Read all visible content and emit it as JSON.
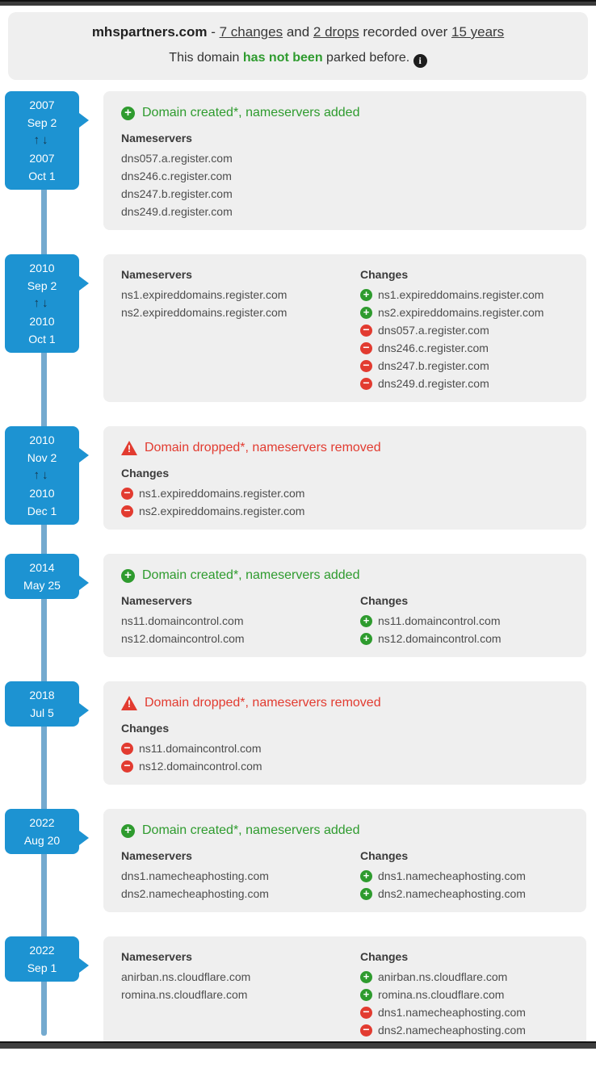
{
  "header": {
    "domain": "mhspartners.com",
    "separator": "-",
    "changes_link": "7 changes",
    "and_text": "and",
    "drops_link": "2 drops",
    "recorded_text": "recorded over",
    "years_link": "15 years",
    "parked_prefix": "This domain",
    "parked_highlight": "has not been",
    "parked_suffix": "parked before.",
    "info_icon": "info-circle-icon"
  },
  "colors": {
    "accent_blue": "#1d93d2",
    "timeline_line": "#74aacf",
    "green": "#2e9b2e",
    "red": "#e23b30",
    "card_bg": "#efefef",
    "bar_dark": "#3b3b3b"
  },
  "icons": {
    "add": "plus-circle-icon",
    "remove": "minus-circle-icon",
    "created": "plus-circle-icon",
    "dropped": "warning-triangle-icon",
    "range": "up-down-arrows-icon"
  },
  "events": [
    {
      "badge": {
        "from": [
          "2007",
          "Sep 2"
        ],
        "range_arrows": "↑↓",
        "to": [
          "2007",
          "Oct 1"
        ]
      },
      "heading": {
        "type": "created",
        "text": "Domain created*, nameservers added"
      },
      "nameservers": {
        "label": "Nameservers",
        "items": [
          "dns057.a.register.com",
          "dns246.c.register.com",
          "dns247.b.register.com",
          "dns249.d.register.com"
        ]
      },
      "changes": null
    },
    {
      "badge": {
        "from": [
          "2010",
          "Sep 2"
        ],
        "range_arrows": "↑↓",
        "to": [
          "2010",
          "Oct 1"
        ]
      },
      "heading": null,
      "nameservers": {
        "label": "Nameservers",
        "items": [
          "ns1.expireddomains.register.com",
          "ns2.expireddomains.register.com"
        ]
      },
      "changes": {
        "label": "Changes",
        "items": [
          {
            "op": "add",
            "host": "ns1.expireddomains.register.com"
          },
          {
            "op": "add",
            "host": "ns2.expireddomains.register.com"
          },
          {
            "op": "remove",
            "host": "dns057.a.register.com"
          },
          {
            "op": "remove",
            "host": "dns246.c.register.com"
          },
          {
            "op": "remove",
            "host": "dns247.b.register.com"
          },
          {
            "op": "remove",
            "host": "dns249.d.register.com"
          }
        ]
      }
    },
    {
      "badge": {
        "from": [
          "2010",
          "Nov 2"
        ],
        "range_arrows": "↑↓",
        "to": [
          "2010",
          "Dec 1"
        ]
      },
      "heading": {
        "type": "dropped",
        "text": "Domain dropped*, nameservers removed"
      },
      "nameservers": null,
      "changes": {
        "label": "Changes",
        "items": [
          {
            "op": "remove",
            "host": "ns1.expireddomains.register.com"
          },
          {
            "op": "remove",
            "host": "ns2.expireddomains.register.com"
          }
        ]
      }
    },
    {
      "badge": {
        "from": [
          "2014",
          "May 25"
        ],
        "range_arrows": null,
        "to": null
      },
      "heading": {
        "type": "created",
        "text": "Domain created*, nameservers added"
      },
      "nameservers": {
        "label": "Nameservers",
        "items": [
          "ns11.domaincontrol.com",
          "ns12.domaincontrol.com"
        ]
      },
      "changes": {
        "label": "Changes",
        "items": [
          {
            "op": "add",
            "host": "ns11.domaincontrol.com"
          },
          {
            "op": "add",
            "host": "ns12.domaincontrol.com"
          }
        ]
      }
    },
    {
      "badge": {
        "from": [
          "2018",
          "Jul 5"
        ],
        "range_arrows": null,
        "to": null
      },
      "heading": {
        "type": "dropped",
        "text": "Domain dropped*, nameservers removed"
      },
      "nameservers": null,
      "changes": {
        "label": "Changes",
        "items": [
          {
            "op": "remove",
            "host": "ns11.domaincontrol.com"
          },
          {
            "op": "remove",
            "host": "ns12.domaincontrol.com"
          }
        ]
      }
    },
    {
      "badge": {
        "from": [
          "2022",
          "Aug 20"
        ],
        "range_arrows": null,
        "to": null
      },
      "heading": {
        "type": "created",
        "text": "Domain created*, nameservers added"
      },
      "nameservers": {
        "label": "Nameservers",
        "items": [
          "dns1.namecheaphosting.com",
          "dns2.namecheaphosting.com"
        ]
      },
      "changes": {
        "label": "Changes",
        "items": [
          {
            "op": "add",
            "host": "dns1.namecheaphosting.com"
          },
          {
            "op": "add",
            "host": "dns2.namecheaphosting.com"
          }
        ]
      }
    },
    {
      "badge": {
        "from": [
          "2022",
          "Sep 1"
        ],
        "range_arrows": null,
        "to": null
      },
      "heading": null,
      "nameservers": {
        "label": "Nameservers",
        "items": [
          "anirban.ns.cloudflare.com",
          "romina.ns.cloudflare.com"
        ]
      },
      "changes": {
        "label": "Changes",
        "items": [
          {
            "op": "add",
            "host": "anirban.ns.cloudflare.com"
          },
          {
            "op": "add",
            "host": "romina.ns.cloudflare.com"
          },
          {
            "op": "remove",
            "host": "dns1.namecheaphosting.com"
          },
          {
            "op": "remove",
            "host": "dns2.namecheaphosting.com"
          }
        ]
      }
    }
  ]
}
